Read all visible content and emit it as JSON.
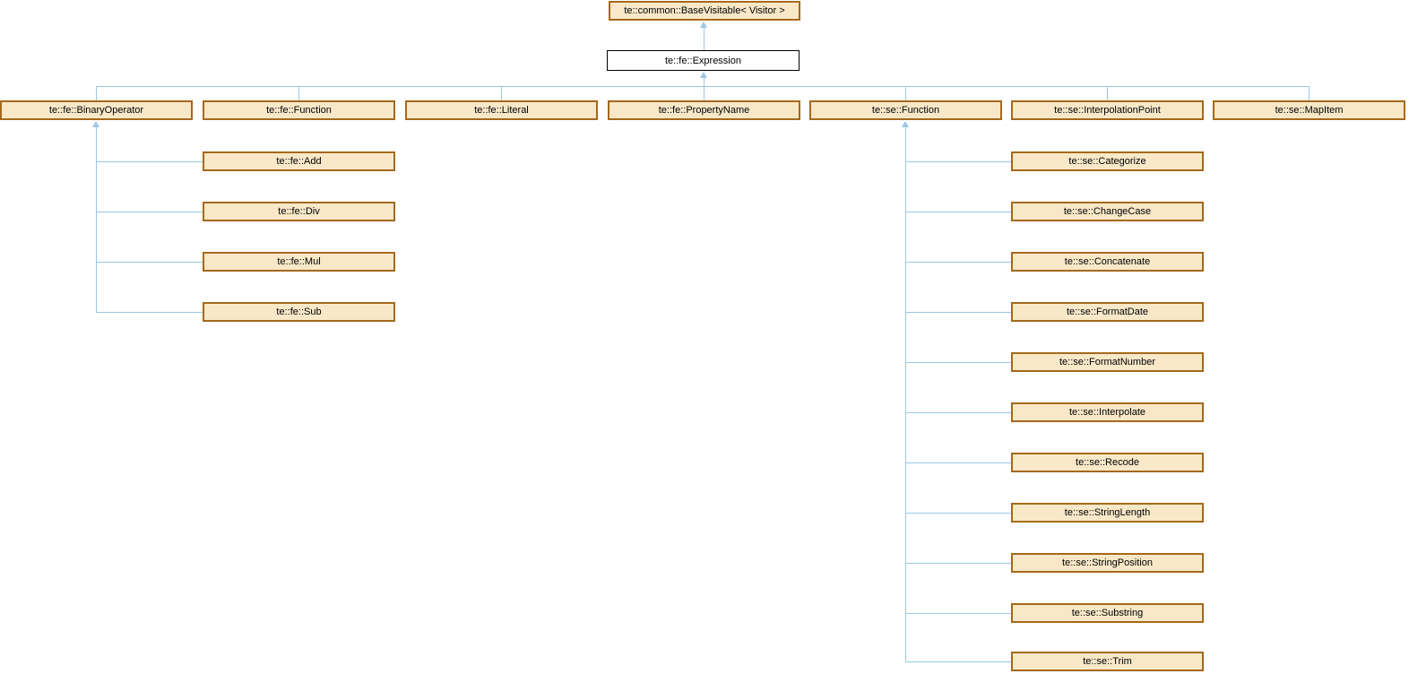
{
  "diagram": {
    "type": "class-inheritance-graph",
    "nodes": {
      "base_visitable": "te::common::BaseVisitable< Visitor >",
      "expression": "te::fe::Expression",
      "level2": [
        "te::fe::BinaryOperator",
        "te::fe::Function",
        "te::fe::Literal",
        "te::fe::PropertyName",
        "te::se::Function",
        "te::se::InterpolationPoint",
        "te::se::MapItem"
      ],
      "binary_operator_children": [
        "te::fe::Add",
        "te::fe::Div",
        "te::fe::Mul",
        "te::fe::Sub"
      ],
      "se_function_children": [
        "te::se::Categorize",
        "te::se::ChangeCase",
        "te::se::Concatenate",
        "te::se::FormatDate",
        "te::se::FormatNumber",
        "te::se::Interpolate",
        "te::se::Recode",
        "te::se::StringLength",
        "te::se::StringPosition",
        "te::se::Substring",
        "te::se::Trim"
      ]
    },
    "colors": {
      "node_fill": "#f8e8c8",
      "node_border": "#a5691c",
      "highlight_node_fill": "#ffffff",
      "highlight_node_border": "#000000",
      "edge": "#9cc7e5",
      "text": "#000000"
    }
  }
}
